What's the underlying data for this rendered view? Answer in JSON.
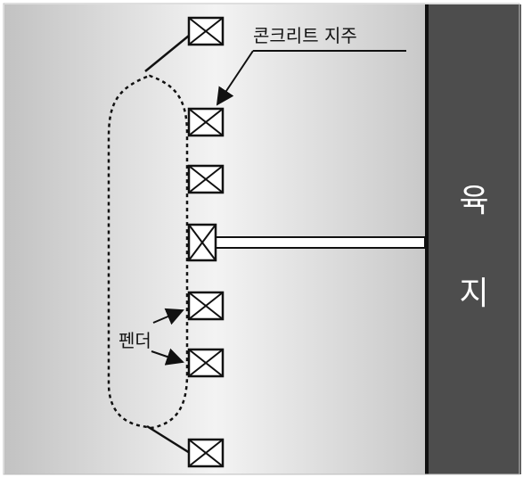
{
  "labels": {
    "concrete_pillar": "콘크리트 지주",
    "fender": "펜더",
    "land_char1": "육",
    "land_char2": "지"
  },
  "colors": {
    "land": "#4d4d4d",
    "water_edge": "#c2c2c2",
    "water_center": "#f3f3f3",
    "stroke": "#111111"
  }
}
